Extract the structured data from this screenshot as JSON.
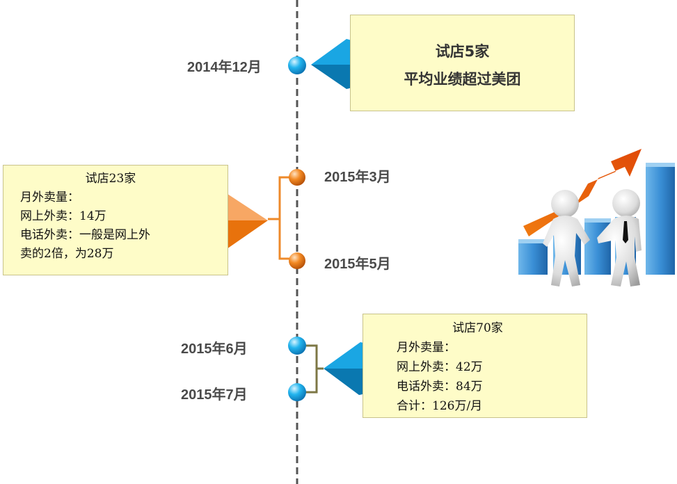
{
  "events": [
    {
      "date": "2014年12月",
      "lines": [
        "试店5家",
        "平均业绩超过美团"
      ]
    },
    {
      "dates": [
        "2015年3月",
        "2015年5月"
      ],
      "title": "试店23家",
      "lines": [
        "月外卖量：",
        "网上外卖：14万",
        "电话外卖：一般是网上外",
        "卖的2倍，为28万"
      ]
    },
    {
      "dates": [
        "2015年6月",
        "2015年7月"
      ],
      "title": "试店70家",
      "lines": [
        "月外卖量：",
        "网上外卖：42万",
        "电话外卖：84万",
        "合计：126万/月"
      ]
    }
  ],
  "colors": {
    "timeline": "#555555",
    "blue_marker": "#1aa3e0",
    "orange_marker": "#e8720c",
    "box_fill": "#fefcc8",
    "text_dark": "#4a4a4a"
  },
  "icons": [
    "business-handshake-growth-chart-icon"
  ]
}
